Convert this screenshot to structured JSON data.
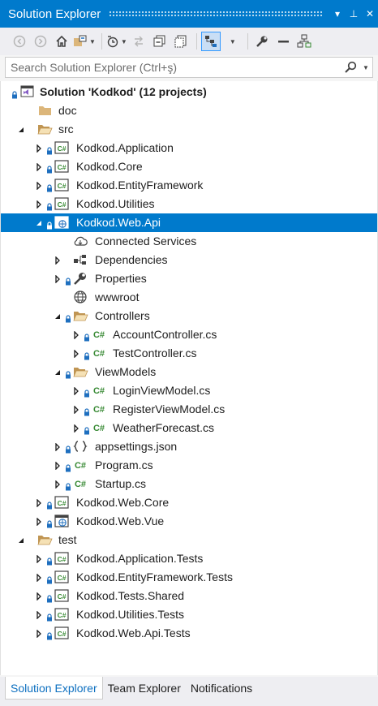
{
  "window": {
    "title": "Solution Explorer",
    "buttons": [
      "▾",
      "⊥",
      "✕"
    ]
  },
  "search": {
    "placeholder": "Search Solution Explorer (Ctrl+ş)"
  },
  "tree": [
    {
      "label": "Solution 'Kodkod' (12 projects)",
      "depth": 0,
      "icon": "solution-icon",
      "expander": "none",
      "lock": true,
      "bold": true
    },
    {
      "label": "doc",
      "depth": 1,
      "icon": "folder-icon",
      "expander": "none",
      "lock": false
    },
    {
      "label": "src",
      "depth": 1,
      "icon": "folder-open-icon",
      "expander": "expanded",
      "lock": false
    },
    {
      "label": "Kodkod.Application",
      "depth": 2,
      "icon": "csproj-icon",
      "expander": "collapsed",
      "lock": true
    },
    {
      "label": "Kodkod.Core",
      "depth": 2,
      "icon": "csproj-icon",
      "expander": "collapsed",
      "lock": true
    },
    {
      "label": "Kodkod.EntityFramework",
      "depth": 2,
      "icon": "csproj-icon",
      "expander": "collapsed",
      "lock": true
    },
    {
      "label": "Kodkod.Utilities",
      "depth": 2,
      "icon": "csproj-icon",
      "expander": "collapsed",
      "lock": true
    },
    {
      "label": "Kodkod.Web.Api",
      "depth": 2,
      "icon": "webproj-icon",
      "expander": "expanded",
      "lock": true,
      "selected": true
    },
    {
      "label": "Connected Services",
      "depth": 3,
      "icon": "cloud-icon",
      "expander": "none",
      "lock": false
    },
    {
      "label": "Dependencies",
      "depth": 3,
      "icon": "dependencies-icon",
      "expander": "collapsed",
      "lock": false
    },
    {
      "label": "Properties",
      "depth": 3,
      "icon": "wrench-icon",
      "expander": "collapsed",
      "lock": true
    },
    {
      "label": "wwwroot",
      "depth": 3,
      "icon": "globe-icon",
      "expander": "none",
      "lock": false
    },
    {
      "label": "Controllers",
      "depth": 3,
      "icon": "folder-open-icon",
      "expander": "expanded",
      "lock": true
    },
    {
      "label": "AccountController.cs",
      "depth": 4,
      "icon": "csfile-icon",
      "expander": "collapsed",
      "lock": true
    },
    {
      "label": "TestController.cs",
      "depth": 4,
      "icon": "csfile-icon",
      "expander": "collapsed",
      "lock": true
    },
    {
      "label": "ViewModels",
      "depth": 3,
      "icon": "folder-open-icon",
      "expander": "expanded",
      "lock": true
    },
    {
      "label": "LoginViewModel.cs",
      "depth": 4,
      "icon": "csfile-icon",
      "expander": "collapsed",
      "lock": true
    },
    {
      "label": "RegisterViewModel.cs",
      "depth": 4,
      "icon": "csfile-icon",
      "expander": "collapsed",
      "lock": true
    },
    {
      "label": "WeatherForecast.cs",
      "depth": 4,
      "icon": "csfile-icon",
      "expander": "collapsed",
      "lock": true
    },
    {
      "label": "appsettings.json",
      "depth": 3,
      "icon": "json-icon",
      "expander": "collapsed",
      "lock": true
    },
    {
      "label": "Program.cs",
      "depth": 3,
      "icon": "csfile-icon",
      "expander": "collapsed",
      "lock": true
    },
    {
      "label": "Startup.cs",
      "depth": 3,
      "icon": "csfile-icon",
      "expander": "collapsed",
      "lock": true
    },
    {
      "label": "Kodkod.Web.Core",
      "depth": 2,
      "icon": "csproj-icon",
      "expander": "collapsed",
      "lock": true
    },
    {
      "label": "Kodkod.Web.Vue",
      "depth": 2,
      "icon": "webproj-icon",
      "expander": "collapsed",
      "lock": true
    },
    {
      "label": "test",
      "depth": 1,
      "icon": "folder-open-icon",
      "expander": "expanded",
      "lock": false
    },
    {
      "label": "Kodkod.Application.Tests",
      "depth": 2,
      "icon": "csproj-icon",
      "expander": "collapsed",
      "lock": true
    },
    {
      "label": "Kodkod.EntityFramework.Tests",
      "depth": 2,
      "icon": "csproj-icon",
      "expander": "collapsed",
      "lock": true
    },
    {
      "label": "Kodkod.Tests.Shared",
      "depth": 2,
      "icon": "csproj-icon",
      "expander": "collapsed",
      "lock": true
    },
    {
      "label": "Kodkod.Utilities.Tests",
      "depth": 2,
      "icon": "csproj-icon",
      "expander": "collapsed",
      "lock": true
    },
    {
      "label": "Kodkod.Web.Api.Tests",
      "depth": 2,
      "icon": "csproj-icon",
      "expander": "collapsed",
      "lock": true
    }
  ],
  "tabs": [
    {
      "label": "Solution Explorer",
      "active": true
    },
    {
      "label": "Team Explorer",
      "active": false
    },
    {
      "label": "Notifications",
      "active": false
    }
  ],
  "colors": {
    "accent": "#007acc",
    "selection": "#007acc",
    "folder": "#dcb67a",
    "csharp": "#388a34",
    "lock": "#1e6fbf"
  }
}
